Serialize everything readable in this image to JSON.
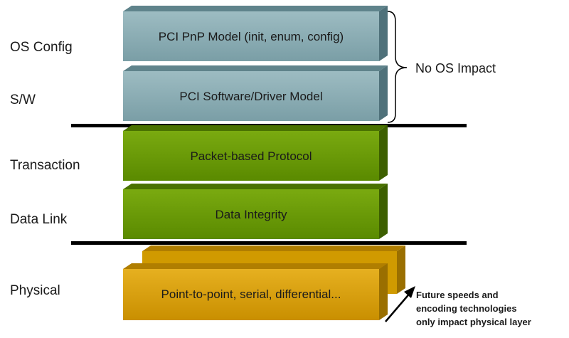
{
  "layers": [
    {
      "label": "OS Config"
    },
    {
      "label": "S/W"
    },
    {
      "label": "Transaction"
    },
    {
      "label": "Data Link"
    },
    {
      "label": "Physical"
    }
  ],
  "blocks": [
    {
      "text": "PCI PnP Model (init, enum, config)",
      "color": "#7fa3ab"
    },
    {
      "text": "PCI Software/Driver Model",
      "color": "#7fa3ab"
    },
    {
      "text": "Packet-based Protocol",
      "color": "#669900"
    },
    {
      "text": "Data Integrity",
      "color": "#669900"
    },
    {
      "text": "Point-to-point, serial, differential...",
      "color": "#d9a000"
    }
  ],
  "brace_note": "No OS Impact",
  "future_note": [
    "Future speeds and",
    "encoding technologies",
    "only impact physical layer"
  ]
}
